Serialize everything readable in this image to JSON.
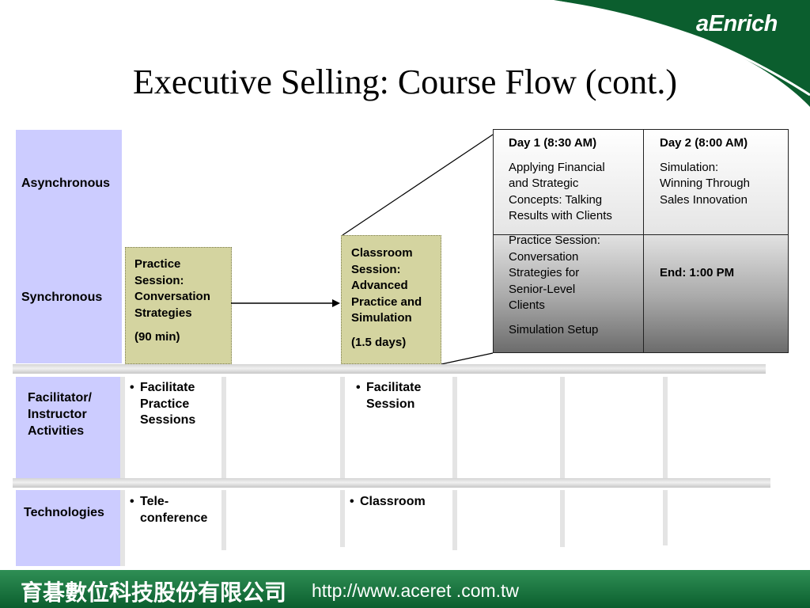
{
  "brand": {
    "logo": "aEnrich",
    "green": "#0b5e2e",
    "lavender": "#ccccff",
    "tan": "#d4d4a0"
  },
  "slide": {
    "title": "Executive Selling:  Course Flow (cont.)"
  },
  "rows": {
    "asynchronous": "Asynchronous",
    "synchronous": "Synchronous",
    "facilitator": [
      "Facilitator/",
      "Instructor",
      "Activities"
    ],
    "technologies": "Technologies"
  },
  "practice_box": {
    "lines": [
      "Practice",
      "Session:",
      "Conversation",
      "Strategies"
    ],
    "duration": "(90 min)"
  },
  "classroom_box": {
    "lines": [
      "Classroom",
      "Session:",
      "Advanced",
      "Practice and",
      "Simulation"
    ],
    "duration": "(1.5 days)"
  },
  "facilitator_items": {
    "col1": {
      "bullet": "•",
      "lines": [
        "Facilitate",
        "Practice",
        "Sessions"
      ]
    },
    "col2": {
      "bullet": "•",
      "lines": [
        "Facilitate",
        "Session"
      ]
    }
  },
  "technology_items": {
    "col1": {
      "bullet": "•",
      "lines": [
        "Tele-",
        "conference"
      ]
    },
    "col2": {
      "bullet": "•",
      "lines": [
        "Classroom"
      ]
    }
  },
  "schedule": {
    "day1": {
      "header": "Day 1 (8:30 AM)",
      "top": [
        "Applying Financial",
        "and Strategic",
        "Concepts:  Talking",
        "Results with Clients"
      ],
      "bottom": [
        "Practice Session:",
        "Conversation",
        "Strategies for",
        "Senior-Level",
        "Clients"
      ],
      "bottom_extra": "Simulation Setup"
    },
    "day2": {
      "header": "Day 2 (8:00 AM)",
      "top": [
        "Simulation:",
        "Winning Through",
        "Sales Innovation"
      ],
      "bottom": "End:  1:00 PM"
    }
  },
  "footer": {
    "company": "育碁數位科技股份有限公司",
    "url": "http://www.aceret .com.tw"
  }
}
